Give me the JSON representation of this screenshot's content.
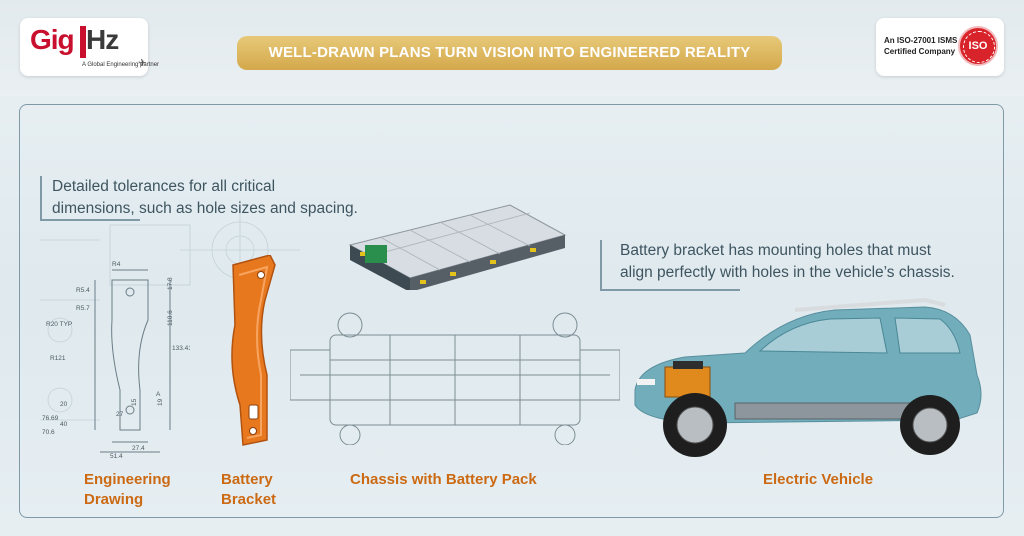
{
  "header": {
    "logo_left": {
      "brand_gig": "Gig",
      "brand_hz": "Hz",
      "tagline": "A Global Engineering partner"
    },
    "title": "WELL-DRAWN PLANS TURN VISION INTO ENGINEERED REALITY",
    "logo_right": {
      "line1": "An ISO-27001 ISMS",
      "line2": "Certified Company",
      "seal": "ISO"
    }
  },
  "callouts": {
    "left": {
      "line1": "Detailed tolerances for all critical",
      "line2": "dimensions, such as hole sizes and spacing."
    },
    "right": {
      "line1": "Battery bracket has mounting holes that must",
      "line2": "align perfectly with holes in the vehicle’s chassis."
    }
  },
  "labels": {
    "engineering": {
      "line1": "Engineering",
      "line2": "Drawing"
    },
    "bracket": {
      "line1": "Battery",
      "line2": "Bracket"
    },
    "chassis": "Chassis with Battery Pack",
    "ev": "Electric Vehicle"
  },
  "drawing_dims": [
    "R4",
    "R5.4",
    "R5.7",
    "R20 TYP",
    "R121",
    "27",
    "15",
    "19",
    "76.69",
    "70.6",
    "40",
    "20",
    "27.4",
    "51.4",
    "A",
    "133.41",
    "110.6",
    "17.8"
  ],
  "colors": {
    "accent_orange": "#cc6a14",
    "title_gold": "#d4a84b",
    "brand_red": "#c8102e",
    "frame": "#7f9aa6",
    "text": "#3e5560",
    "car_teal": "#5fa3b3",
    "bracket_orange": "#e8781e"
  }
}
